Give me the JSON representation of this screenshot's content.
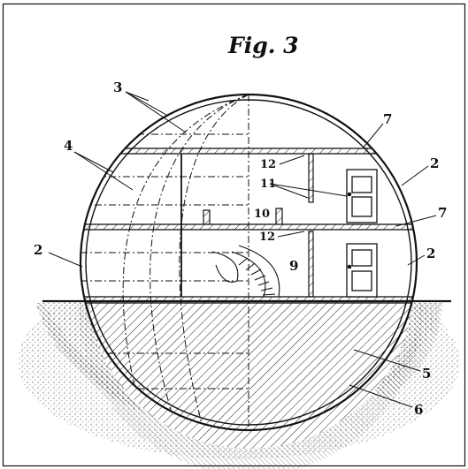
{
  "figure": {
    "title": "Fig. 3"
  },
  "labels": {
    "l2a": "2",
    "l2b": "2",
    "l2c": "2",
    "l3": "3",
    "l4": "4",
    "l5": "5",
    "l6": "6",
    "l7a": "7",
    "l7b": "7",
    "l9": "9",
    "l10": "10",
    "l11": "11",
    "l12a": "12",
    "l12b": "12"
  }
}
